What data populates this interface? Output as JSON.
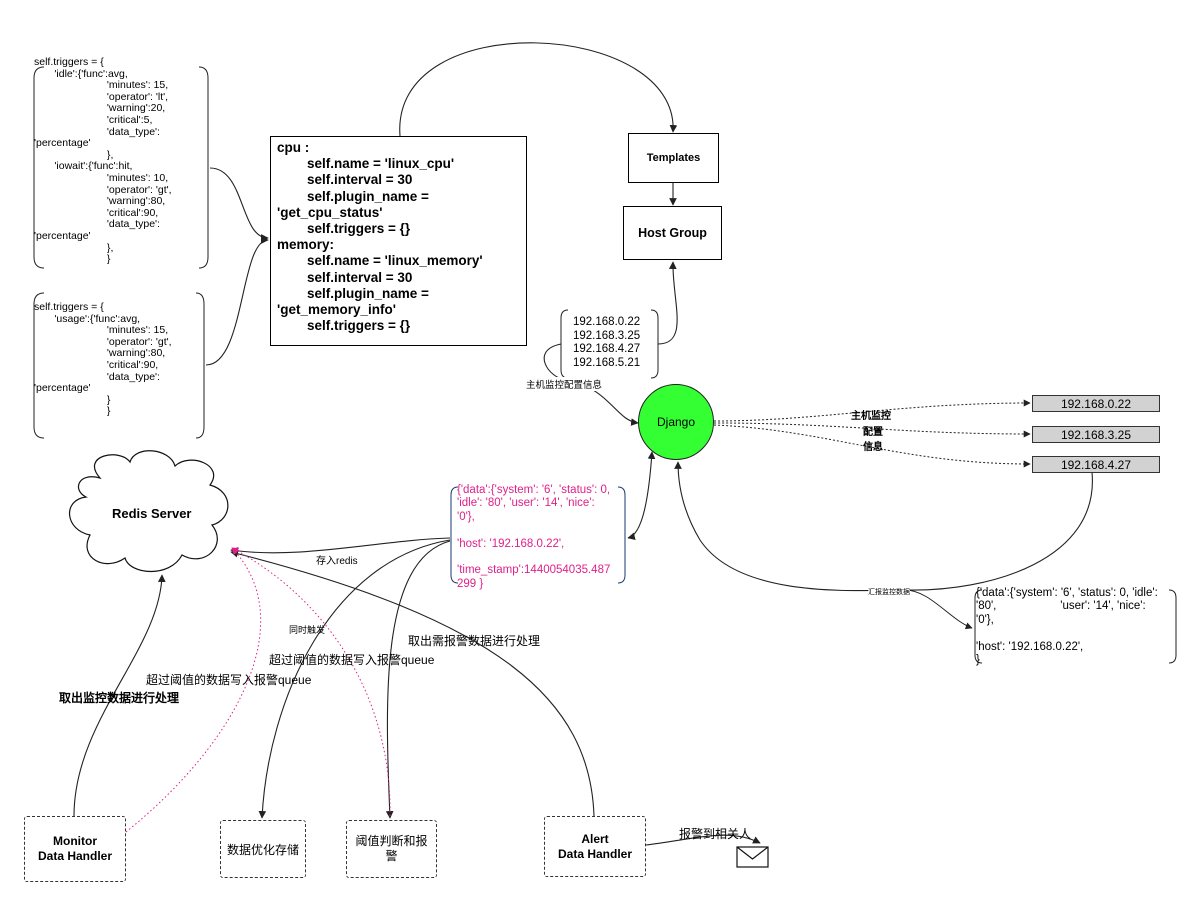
{
  "triggers_cpu": "self.triggers = {\n       'idle':{'func':avg,\n                         'minutes': 15,\n                         'operator': 'lt',\n                         'warning':20,\n                         'critical':5,\n                         'data_type':\n'percentage'\n                         },\n       'iowait':{'func':hit,\n                         'minutes': 10,\n                         'operator': 'gt',\n                         'warning':80,\n                         'critical':90,\n                         'data_type':\n'percentage'\n                         },\n                         }",
  "triggers_memory": "self.triggers = {\n       'usage':{'func':avg,\n                         'minutes': 15,\n                         'operator': 'gt',\n                         'warning':80,\n                         'critical':90,\n                         'data_type':\n'percentage'\n                         }\n                         }",
  "plugin_config": "cpu :\n        self.name = 'linux_cpu'\n        self.interval = 30\n        self.plugin_name =\n'get_cpu_status'\n        self.triggers = {}\nmemory:\n        self.name = 'linux_memory'\n        self.interval = 30\n        self.plugin_name =\n'get_memory_info'\n        self.triggers = {}",
  "templates": "Templates",
  "host_group": "Host Group",
  "host_list": "192.168.0.22\n192.168.3.25\n192.168.4.27\n192.168.5.21",
  "host_config_label": "主机监控配置信息",
  "django": "Django",
  "clients": [
    "192.168.0.22",
    "192.168.3.25",
    "192.168.4.27"
  ],
  "client_labels": [
    "主机监控",
    "配置",
    "信息"
  ],
  "redis": "Redis Server",
  "report_data": "{'data':{'system': '6', 'status': 0,\n'idle': '80', 'user': '14', 'nice':\n'0'},\n\n'host': '192.168.0.22',\n\n'time_stamp':1440054035.487\n299 }",
  "client_data": "{'data':{'system': '6', 'status': 0, 'idle':\n'80',                    'user': '14', 'nice':\n'0'},\n\n'host': '192.168.0.22',\n}",
  "report_label": "汇报监控数据",
  "store_redis": "存入redis",
  "sync_trigger": "同时触发",
  "threshold_queue_1": "超过阈值的数据写入报警queue",
  "threshold_queue_2": "超过阈值的数据写入报警queue",
  "fetch_alert": "取出需报警数据进行处理",
  "fetch_monitor": "取出监控数据进行处理",
  "monitor_handler": "Monitor\nData Handler",
  "storage": "数据优化存储",
  "threshold_alarm": "阈值判断和报\n警",
  "alert_handler": "Alert\nData  Handler",
  "notify": "报警到相关人",
  "colors": {
    "django": "#33ff33",
    "pink": "#e0208a",
    "client_box": "#d2d2d2"
  }
}
